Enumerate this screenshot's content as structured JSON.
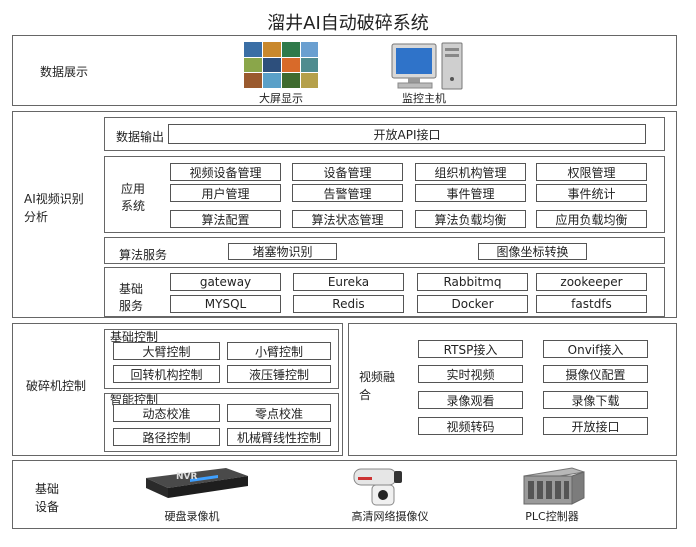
{
  "title": "溜井AI自动破碎系统",
  "data_display": {
    "label": "数据展示",
    "big_screen": "大屏显示",
    "monitor_host": "监控主机"
  },
  "ai": {
    "label_line1": "AI视频识别",
    "label_line2": "分析",
    "data_output": {
      "label": "数据输出",
      "box": "开放API接口"
    },
    "app_system": {
      "label_line1": "应用",
      "label_line2": "系统",
      "items": [
        "视频设备管理",
        "设备管理",
        "组织机构管理",
        "权限管理",
        "用户管理",
        "告警管理",
        "事件管理",
        "事件统计",
        "算法配置",
        "算法状态管理",
        "算法负载均衡",
        "应用负载均衡"
      ]
    },
    "algo_service": {
      "label": "算法服务",
      "items": [
        "堵塞物识别",
        "图像坐标转换"
      ]
    },
    "base_service": {
      "label_line1": "基础",
      "label_line2": "服务",
      "items": [
        "gateway",
        "Eureka",
        "Rabbitmq",
        "zookeeper",
        "MYSQL",
        "Redis",
        "Docker",
        "fastdfs"
      ]
    }
  },
  "crusher": {
    "label": "破碎机控制",
    "basic": {
      "label": "基础控制",
      "items": [
        "大臂控制",
        "小臂控制",
        "回转机构控制",
        "液压锤控制"
      ]
    },
    "smart": {
      "label": "智能控制",
      "items": [
        "动态校准",
        "零点校准",
        "路径控制",
        "机械臂线性控制"
      ]
    }
  },
  "video": {
    "label_line1": "视频融",
    "label_line2": "合",
    "items": [
      "RTSP接入",
      "Onvif接入",
      "实时视频",
      "摄像仪配置",
      "录像观看",
      "录像下载",
      "视频转码",
      "开放接口"
    ]
  },
  "base_device": {
    "label_line1": "基础",
    "label_line2": "设备",
    "nvr_text": "NVR",
    "nvr": "硬盘录像机",
    "camera": "高清网络摄像仪",
    "plc": "PLC控制器"
  }
}
